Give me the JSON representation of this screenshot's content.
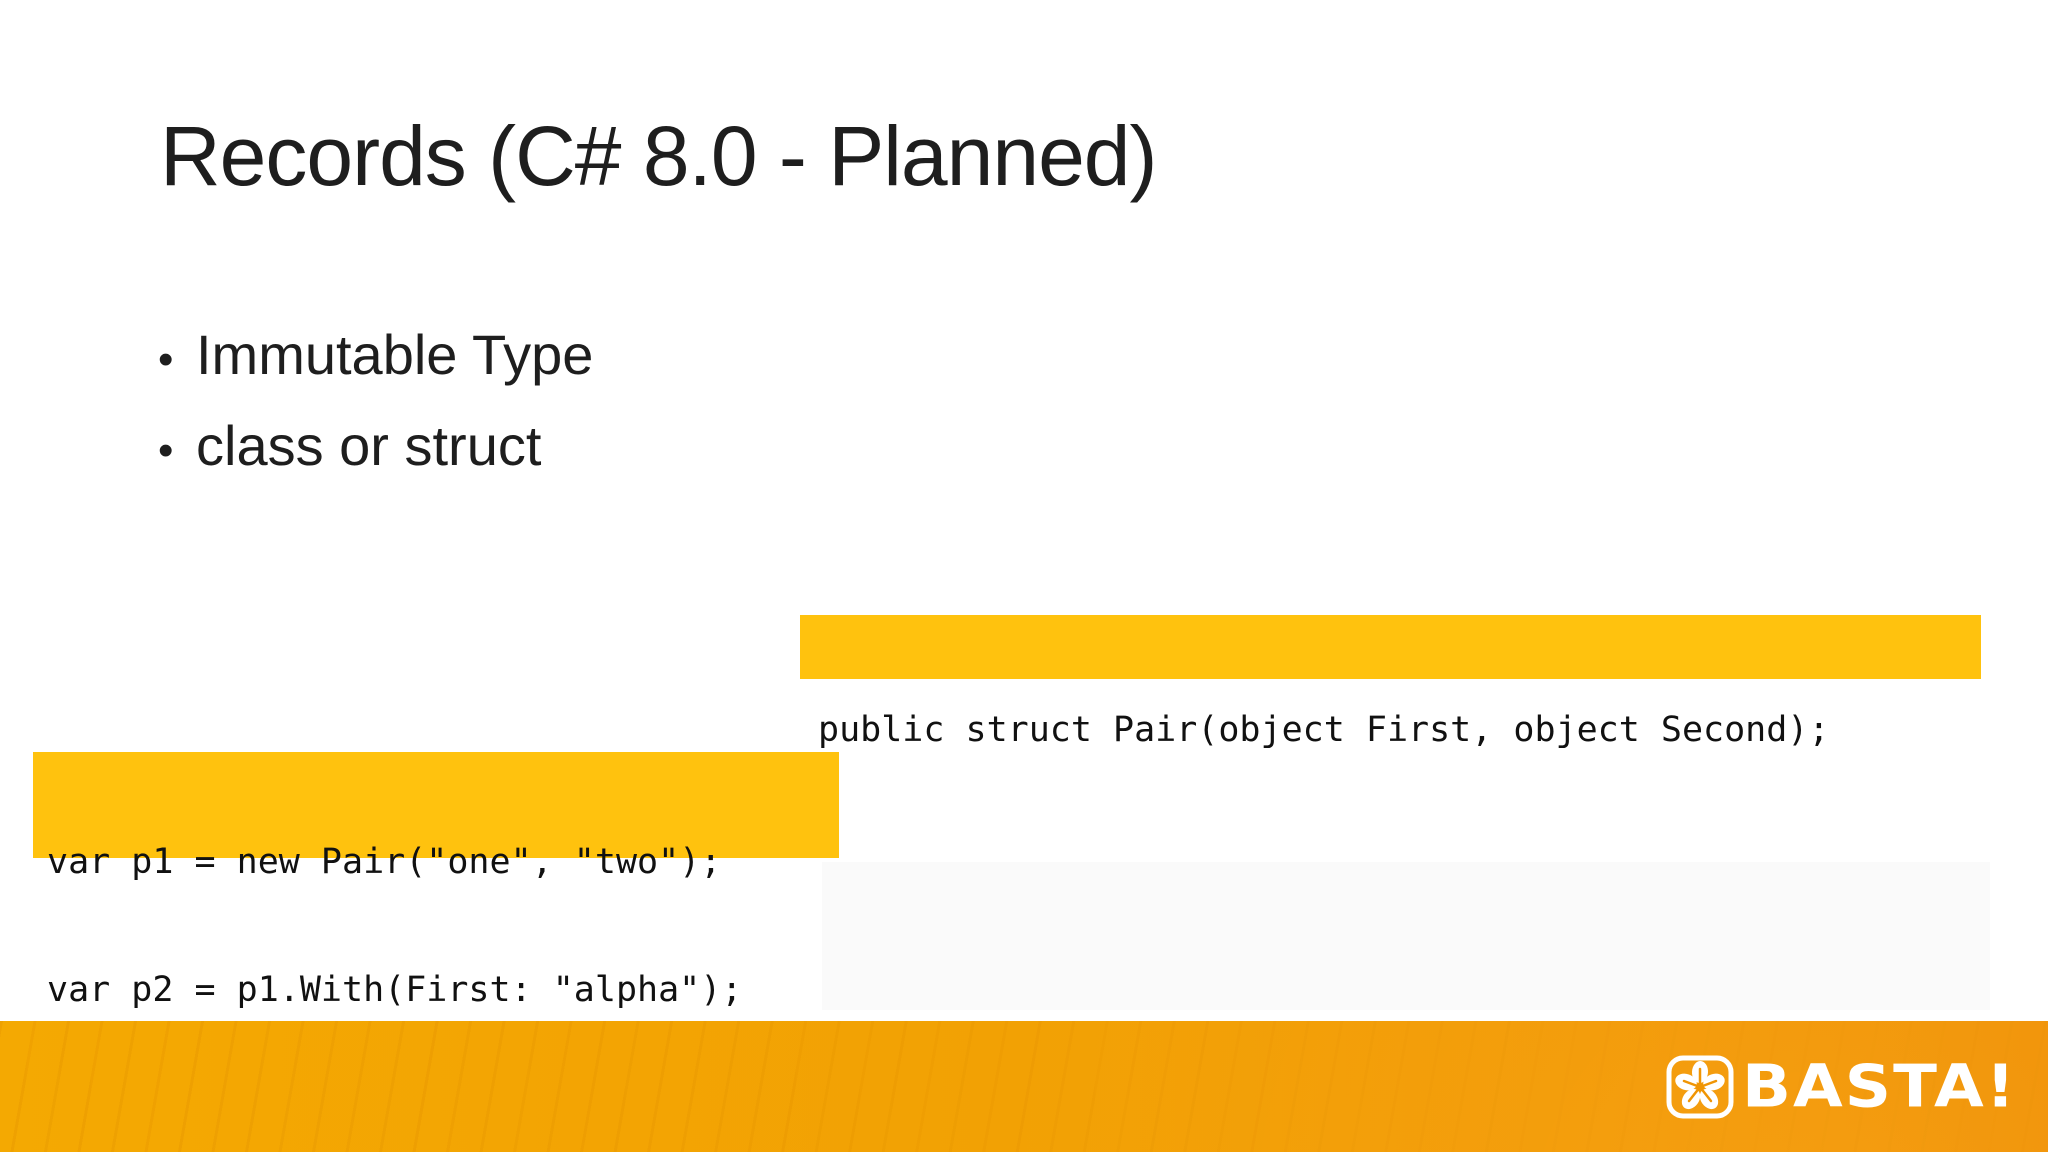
{
  "slide": {
    "title": "Records (C# 8.0 - Planned)",
    "bullet_char": "•",
    "bullets": [
      "Immutable Type",
      "class or struct"
    ],
    "code": {
      "declaration": "public struct Pair(object First, object Second);",
      "usage": [
        "var p1 = new Pair(\"one\", \"two\");",
        "var p2 = p1.With(First: \"alpha\");"
      ]
    }
  },
  "footer": {
    "brand": "BASTA!",
    "logo_icon": "flower-icon"
  },
  "colors": {
    "highlight": "#FFC20E",
    "text": "#1E1E1E",
    "banner_left": "#F4A902",
    "banner_mid": "#F2A004",
    "banner_right": "#EE8E05",
    "brand_white": "#FFFFFF",
    "placeholder": "#FAFAFA"
  }
}
